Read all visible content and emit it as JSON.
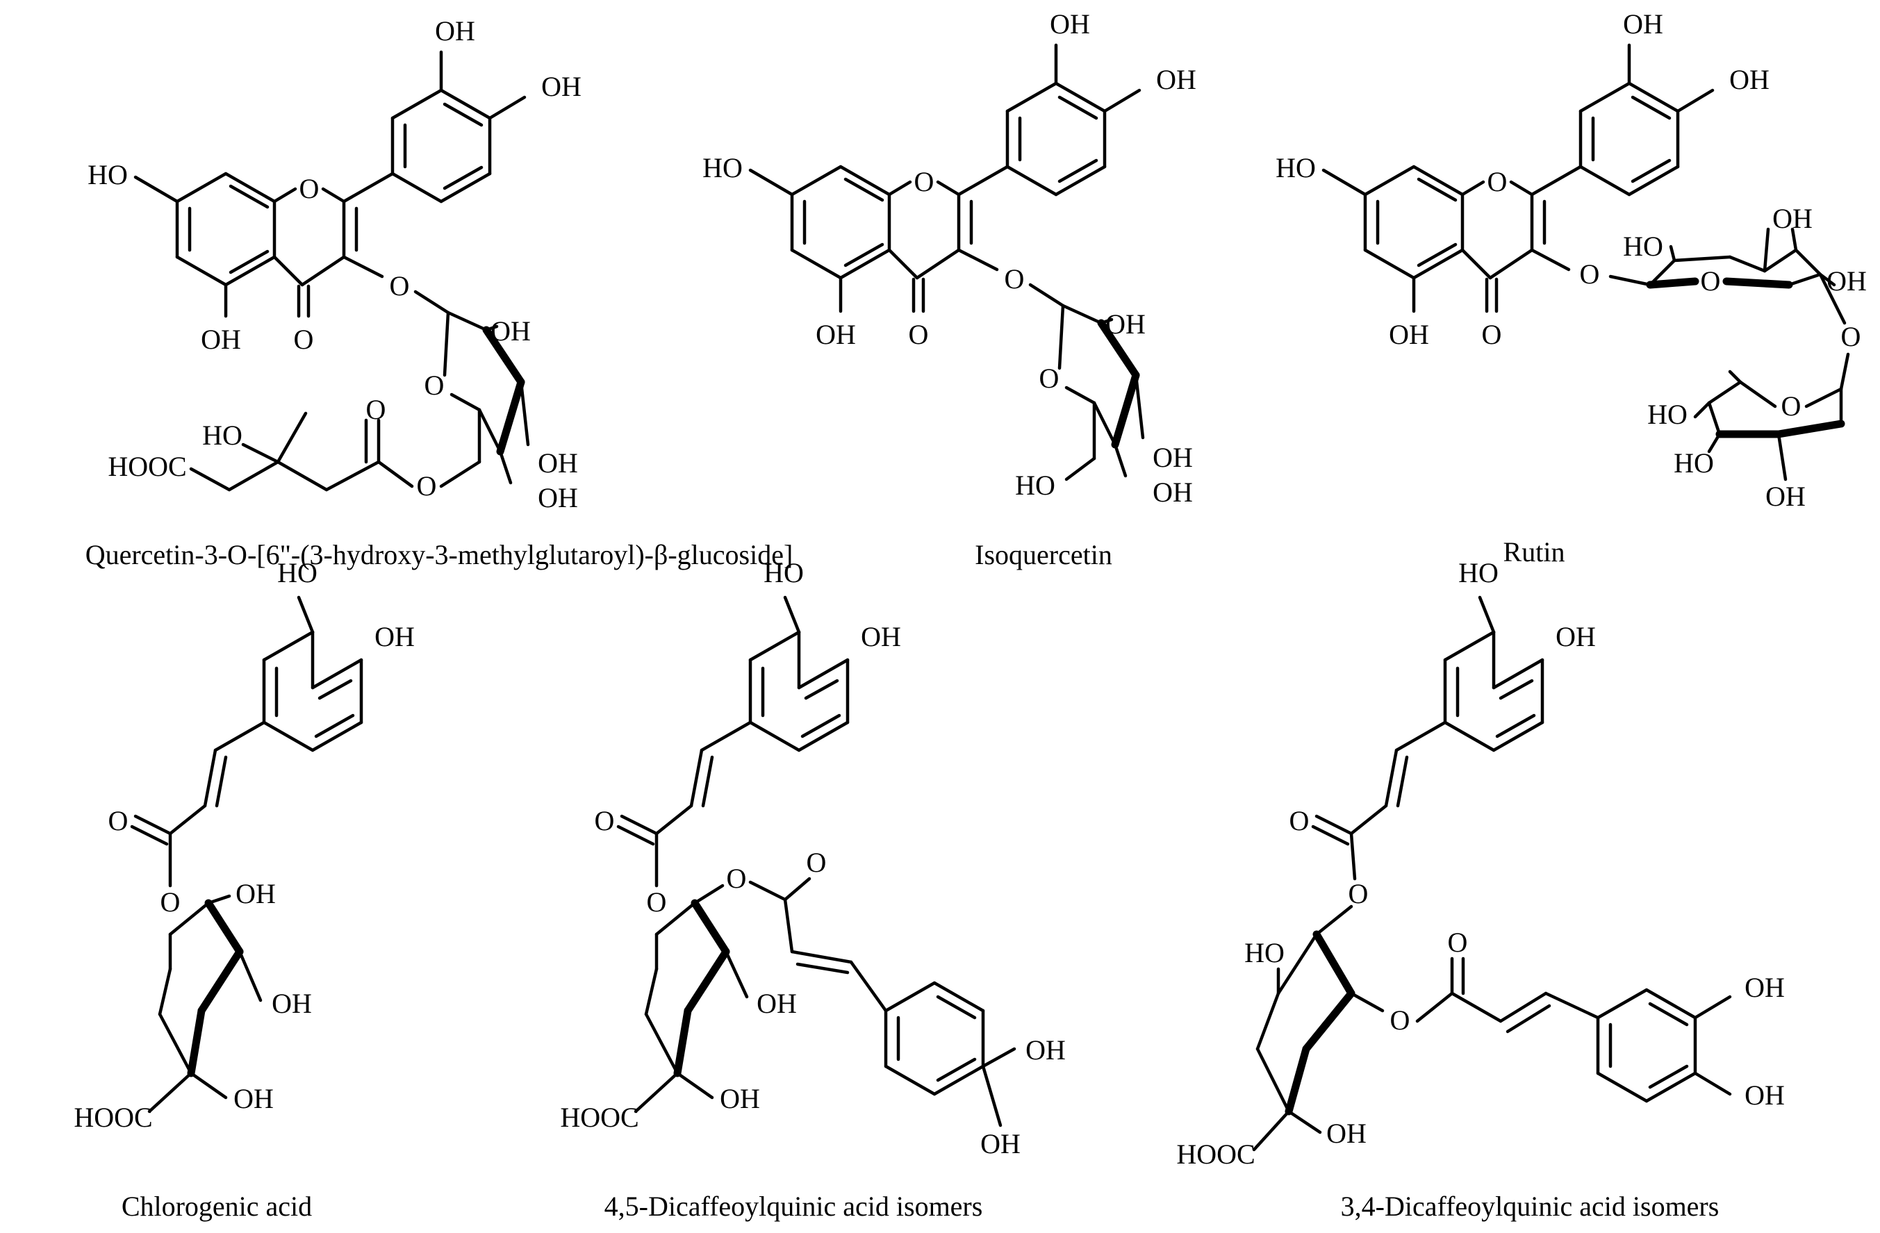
{
  "figure": {
    "compounds": [
      {
        "caption": "Quercetin-3-O-[6\"-(3-hydroxy-3-methylglutaroyl)-β-glucoside]",
        "atoms": [
          "OH",
          "OH",
          "HO",
          "O",
          "O",
          "OH",
          "O",
          "O",
          "OH",
          "O",
          "O",
          "HO",
          "OH",
          "HOOC",
          "O",
          "OH"
        ]
      },
      {
        "caption": "Isoquercetin",
        "atoms": [
          "OH",
          "OH",
          "HO",
          "O",
          "O",
          "OH",
          "O",
          "O",
          "OH",
          "O",
          "OH",
          "HO",
          "OH"
        ]
      },
      {
        "caption": "Rutin",
        "atoms": [
          "OH",
          "OH",
          "HO",
          "O",
          "O",
          "OH",
          "O",
          "HO",
          "OH",
          "O",
          "O",
          "OH",
          "O",
          "HO",
          "O",
          "HO",
          "OH"
        ]
      },
      {
        "caption": "Chlorogenic acid",
        "atoms": [
          "HO",
          "OH",
          "O",
          "O",
          "OH",
          "OH",
          "HOOC",
          "OH"
        ]
      },
      {
        "caption": "4,5-Dicaffeoylquinic acid isomers",
        "atoms": [
          "HO",
          "OH",
          "O",
          "O",
          "O",
          "O",
          "OH",
          "HOOC",
          "OH",
          "OH",
          "OH"
        ]
      },
      {
        "caption": "3,4-Dicaffeoylquinic acid isomers",
        "atoms": [
          "HO",
          "OH",
          "O",
          "O",
          "HO",
          "O",
          "O",
          "OH",
          "OH",
          "HOOC",
          "OH"
        ]
      }
    ]
  }
}
